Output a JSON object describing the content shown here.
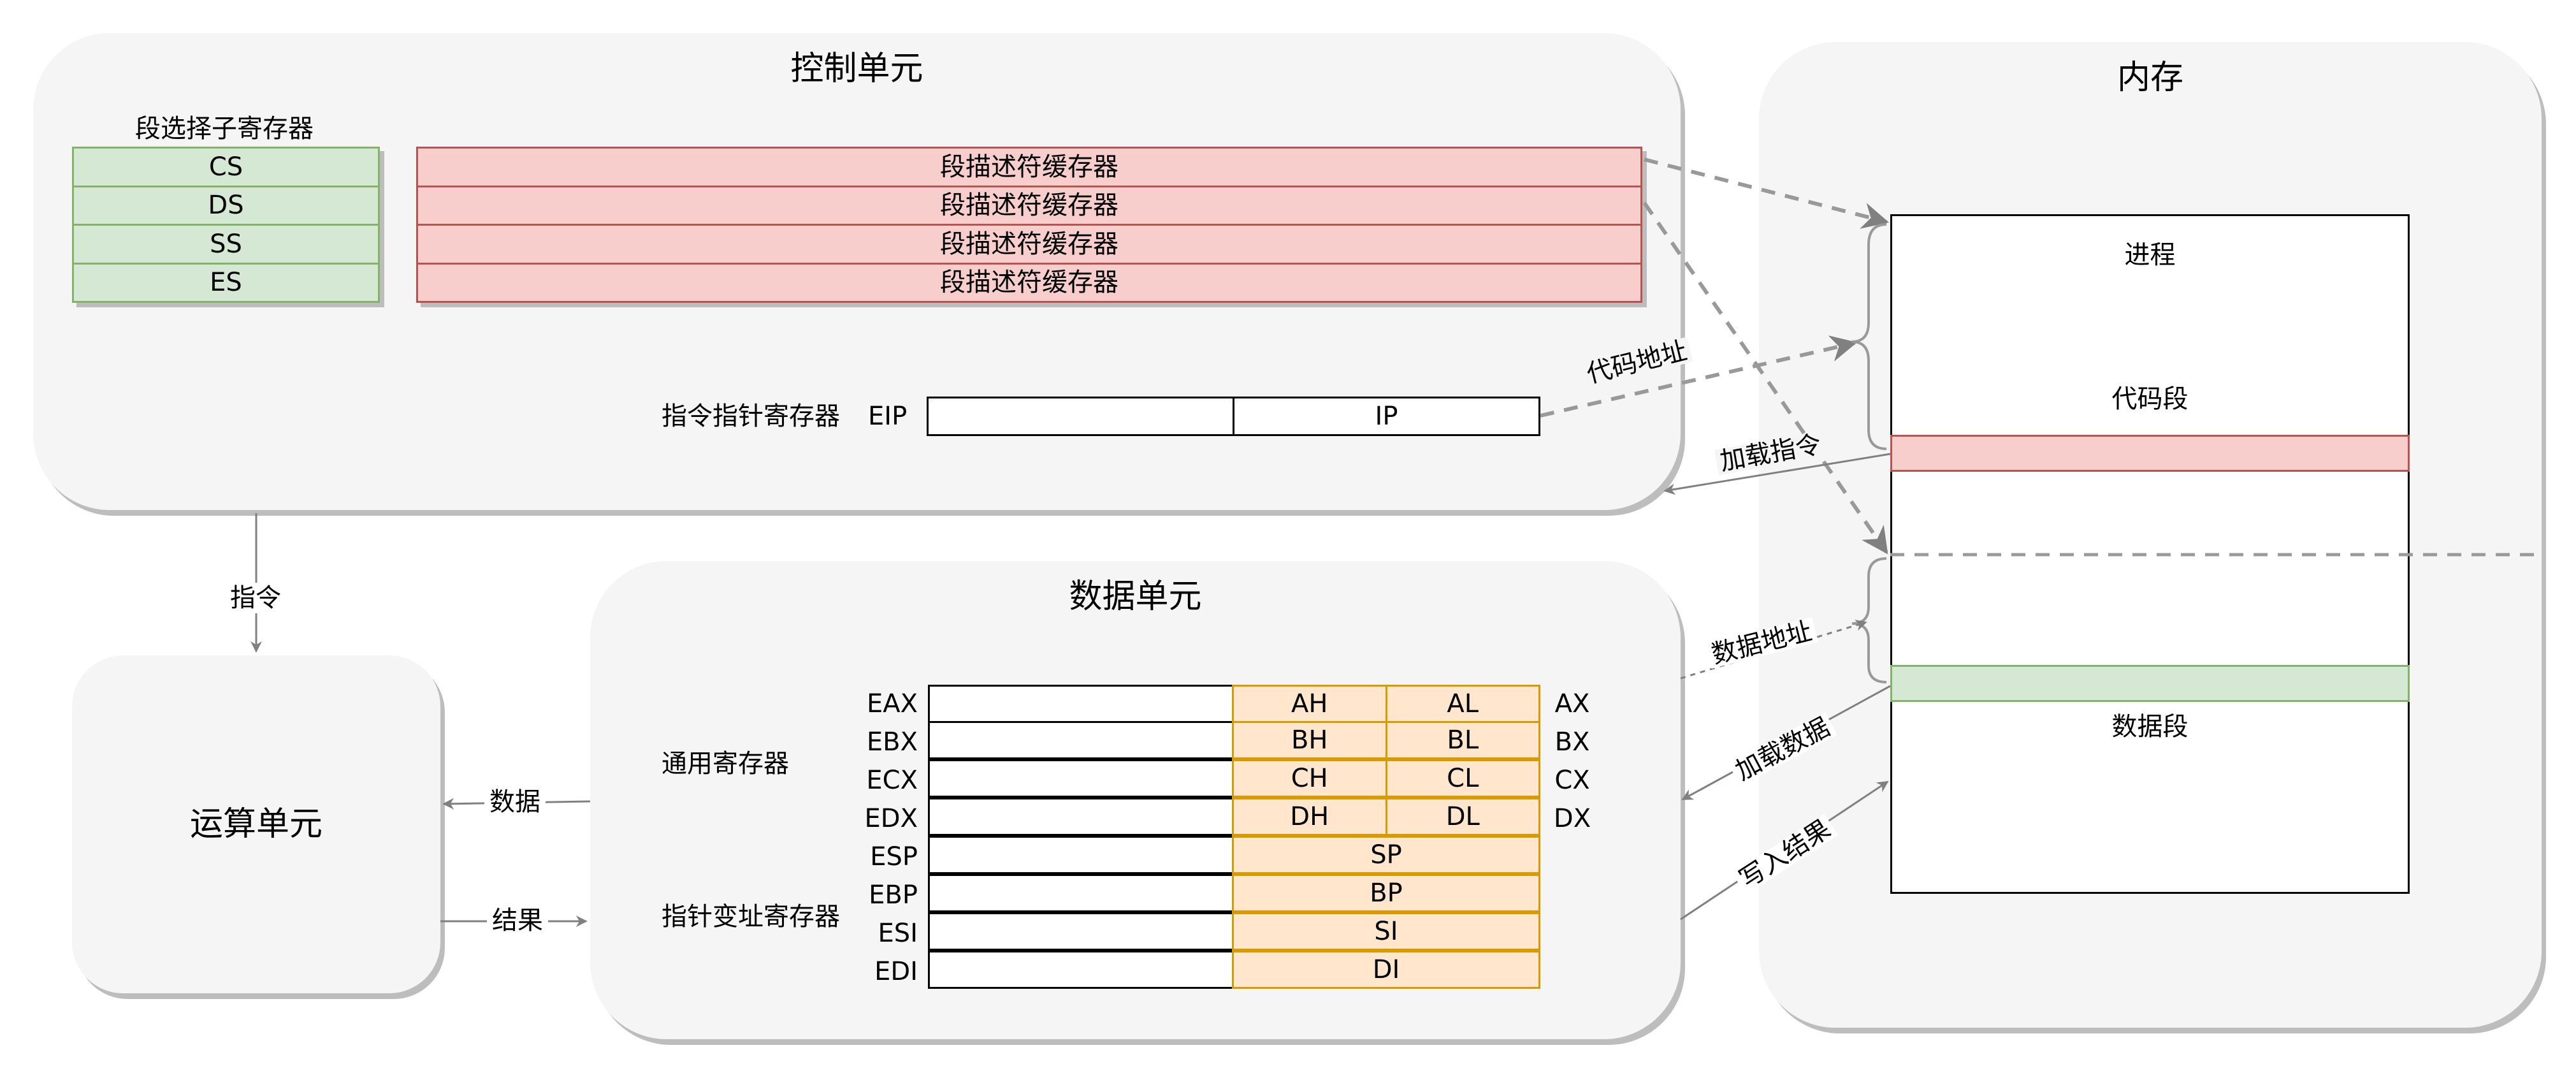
{
  "control_unit": {
    "title": "控制单元",
    "segment_selector_label": "段选择子寄存器",
    "segment_registers": [
      "CS",
      "DS",
      "SS",
      "ES"
    ],
    "descriptor_cache": [
      "段描述符缓存器",
      "段描述符缓存器",
      "段描述符缓存器",
      "段描述符缓存器"
    ],
    "ip_register_label": "指令指针寄存器",
    "eip_label": "EIP",
    "ip_label": "IP"
  },
  "memory": {
    "title": "内存",
    "process_label": "进程",
    "code_segment_label": "代码段",
    "data_segment_label": "数据段"
  },
  "alu": {
    "title": "运算单元"
  },
  "data_unit": {
    "title": "数据单元",
    "general_label": "通用寄存器",
    "pointer_label": "指针变址寄存器",
    "general_registers": [
      {
        "name": "EAX",
        "high": "AH",
        "low": "AL",
        "x": "AX"
      },
      {
        "name": "EBX",
        "high": "BH",
        "low": "BL",
        "x": "BX"
      },
      {
        "name": "ECX",
        "high": "CH",
        "low": "CL",
        "x": "CX"
      },
      {
        "name": "EDX",
        "high": "DH",
        "low": "DL",
        "x": "DX"
      }
    ],
    "pointer_registers": [
      {
        "name": "ESP",
        "low16": "SP"
      },
      {
        "name": "EBP",
        "low16": "BP"
      },
      {
        "name": "ESI",
        "low16": "SI"
      },
      {
        "name": "EDI",
        "low16": "DI"
      }
    ]
  },
  "edges": {
    "code_address": "代码地址",
    "load_instruction": "加载指令",
    "instruction": "指令",
    "data_address": "数据地址",
    "load_data": "加载数据",
    "write_result": "写入结果",
    "data": "数据",
    "result": "结果"
  },
  "colors": {
    "panel": "#f5f5f5",
    "green_fill": "#d5e8d4",
    "green_stroke": "#82b366",
    "red_fill": "#f8cecc",
    "red_stroke": "#b85450",
    "orange_fill": "#ffe6cc",
    "orange_stroke": "#d79b00",
    "arrow": "#808080"
  }
}
